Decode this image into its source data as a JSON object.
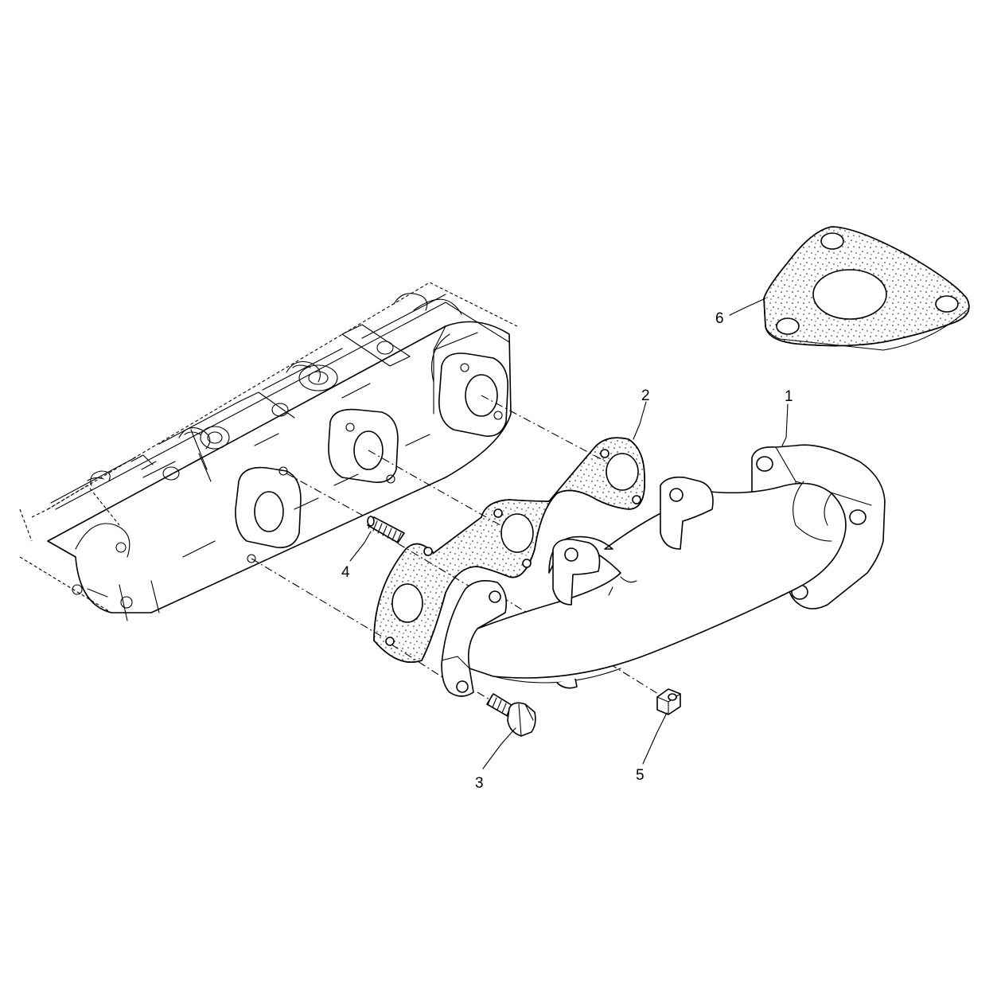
{
  "callouts": [
    {
      "id": "1",
      "text": "1"
    },
    {
      "id": "2",
      "text": "2"
    },
    {
      "id": "3",
      "text": "3"
    },
    {
      "id": "4",
      "text": "4"
    },
    {
      "id": "5",
      "text": "5"
    },
    {
      "id": "6",
      "text": "6"
    }
  ],
  "parts": {
    "p1": "exhaust-manifold",
    "p2": "manifold-gasket",
    "p3": "bolt",
    "p4": "stud",
    "p5": "nut",
    "p6": "flange-gasket"
  }
}
